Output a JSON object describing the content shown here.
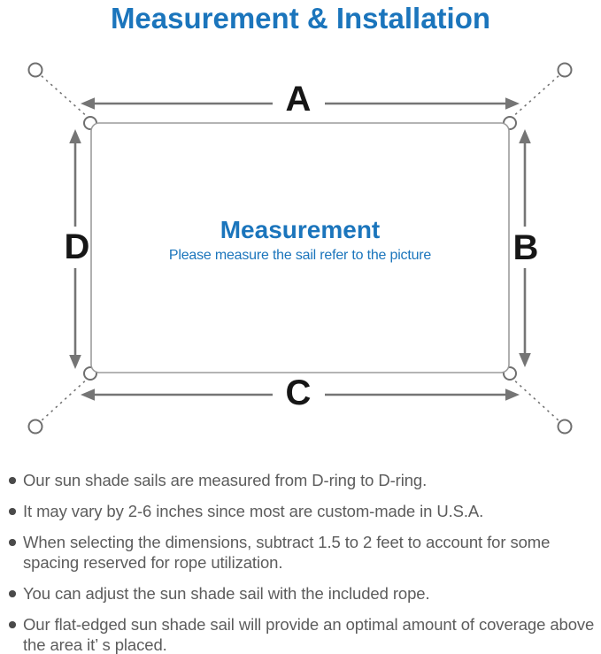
{
  "title": "Measurement & Installation",
  "colors": {
    "accent_blue": "#1b75bc",
    "arrow_gray": "#757575",
    "outline_gray": "#9c9c9c",
    "note_gray": "#5c5c5c",
    "letter_black": "#161616"
  },
  "diagram": {
    "heading": "Measurement",
    "subheading": "Please measure the sail refer to the picture",
    "labels": {
      "top": "A",
      "right": "B",
      "bottom": "C",
      "left": "D"
    }
  },
  "notes": [
    "Our sun shade sails are measured from D-ring to D-ring.",
    "It may vary by 2-6 inches since most are custom-made in U.S.A.",
    "When selecting the dimensions, subtract 1.5 to 2 feet to account for some spacing reserved for rope utilization.",
    "You can adjust the sun shade sail with the included rope.",
    "Our flat-edged sun shade sail will provide an optimal amount of coverage above the area it’ s placed."
  ]
}
